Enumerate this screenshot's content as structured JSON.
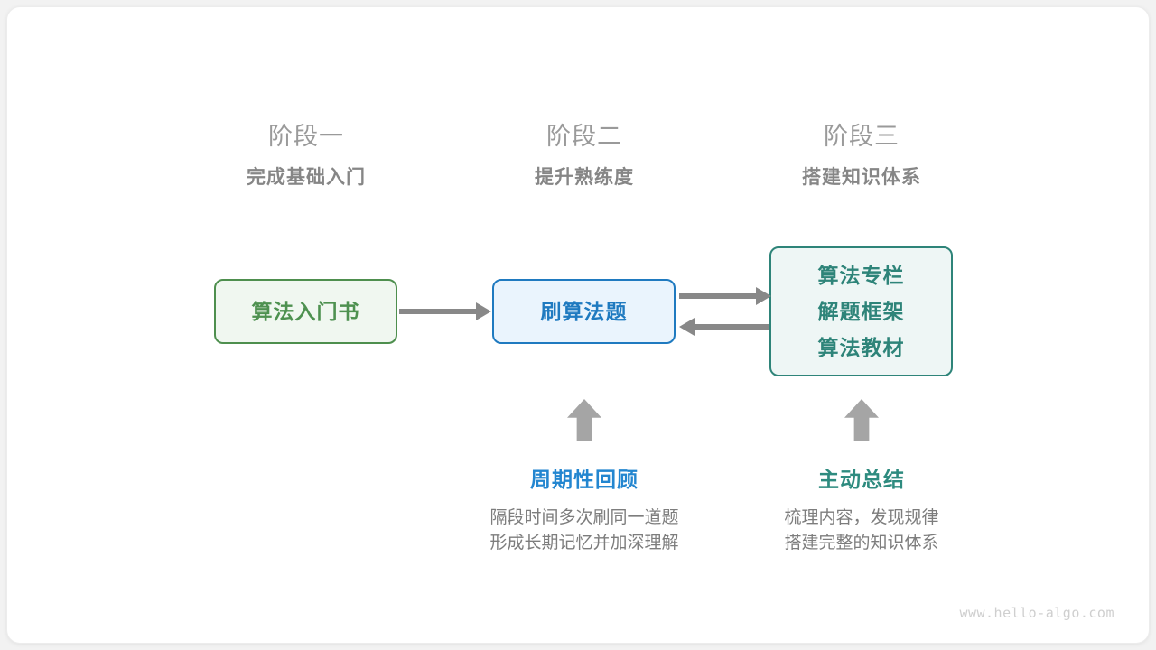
{
  "watermark": "www.hello-algo.com",
  "stages": [
    {
      "title": "阶段一",
      "subtitle": "完成基础入门"
    },
    {
      "title": "阶段二",
      "subtitle": "提升熟练度"
    },
    {
      "title": "阶段三",
      "subtitle": "搭建知识体系"
    }
  ],
  "nodes": {
    "book": {
      "lines": [
        "算法入门书"
      ],
      "color": "#4e9150",
      "border": "#4e8f4e",
      "fill": "#f0f7f0"
    },
    "practice": {
      "lines": [
        "刷算法题"
      ],
      "color": "#1f7ac0",
      "border": "#1f7ac0",
      "fill": "#eaf4fd"
    },
    "system": {
      "lines": [
        "算法专栏",
        "解题框架",
        "算法教材"
      ],
      "color": "#2e8479",
      "border": "#2e8479",
      "fill": "#eef6f5"
    }
  },
  "annotations": [
    {
      "title": "周期性回顾",
      "desc_line1": "隔段时间多次刷同一道题",
      "desc_line2": "形成长期记忆并加深理解",
      "color": "#2386d0"
    },
    {
      "title": "主动总结",
      "desc_line1": "梳理内容，发现规律",
      "desc_line2": "搭建完整的知识体系",
      "color": "#2e8b7f"
    }
  ],
  "arrows": {
    "book_to_practice": "arrow-right",
    "practice_to_system": "arrow-right",
    "system_to_practice": "arrow-left",
    "review_up": "arrow-up",
    "summary_up": "arrow-up"
  }
}
